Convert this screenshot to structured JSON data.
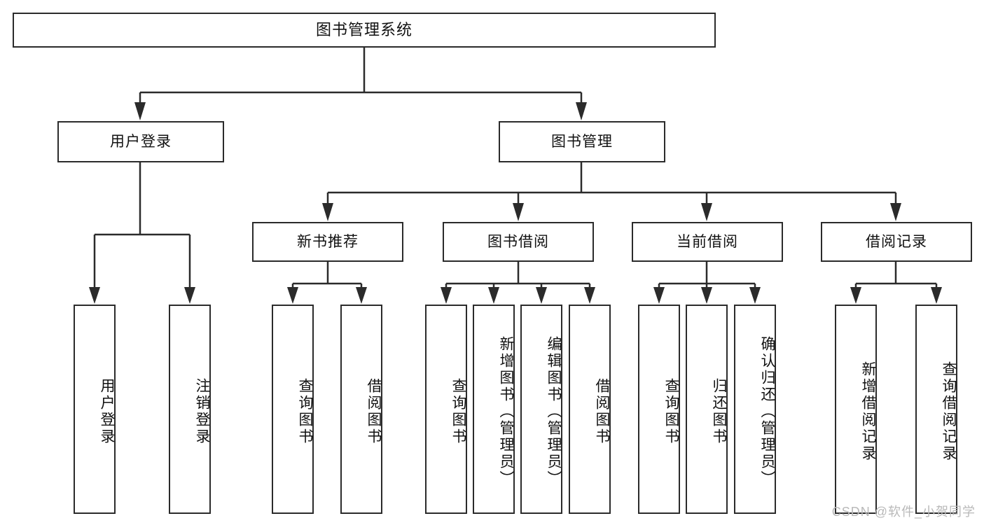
{
  "diagram": {
    "title": "图书管理系统",
    "type": "hierarchy-tree",
    "watermark": "CSDN @软件_小贺同学",
    "colors": {
      "border": "#2b2b2b",
      "background": "#ffffff",
      "text": "#111111",
      "watermark": "#b9b9b9"
    },
    "levels": {
      "root": [
        "图书管理系统"
      ],
      "level1": [
        "用户登录",
        "图书管理"
      ],
      "level2": [
        "新书推荐",
        "图书借阅",
        "当前借阅",
        "借阅记录"
      ],
      "level3": [
        "用户登录",
        "注销登录",
        "查询图书",
        "借阅图书",
        "查询图书",
        "新增图书（管理员）",
        "编辑图书（管理员）",
        "借阅图书",
        "查询图书",
        "归还图书",
        "确认归还（管理员）",
        "新增借阅记录",
        "查询借阅记录"
      ]
    },
    "nodes": {
      "root": {
        "label": "图书管理系统"
      },
      "user_login": {
        "label": "用户登录"
      },
      "book_manage": {
        "label": "图书管理"
      },
      "new_book_rec": {
        "label": "新书推荐"
      },
      "book_borrow": {
        "label": "图书借阅"
      },
      "current_borrow": {
        "label": "当前借阅"
      },
      "borrow_record": {
        "label": "借阅记录"
      },
      "leaf_user_login": {
        "label": "用户登录"
      },
      "leaf_logout": {
        "label": "注销登录"
      },
      "leaf_query_book_1": {
        "label": "查询图书"
      },
      "leaf_borrow_book_1": {
        "label": "借阅图书"
      },
      "leaf_query_book_2": {
        "label": "查询图书"
      },
      "leaf_add_book": {
        "label": "新增图书（管理员）"
      },
      "leaf_edit_book": {
        "label": "编辑图书（管理员）"
      },
      "leaf_borrow_book_2": {
        "label": "借阅图书"
      },
      "leaf_query_book_3": {
        "label": "查询图书"
      },
      "leaf_return_book": {
        "label": "归还图书"
      },
      "leaf_confirm_return": {
        "label": "确认归还（管理员）"
      },
      "leaf_add_record": {
        "label": "新增借阅记录"
      },
      "leaf_query_record": {
        "label": "查询借阅记录"
      }
    }
  }
}
